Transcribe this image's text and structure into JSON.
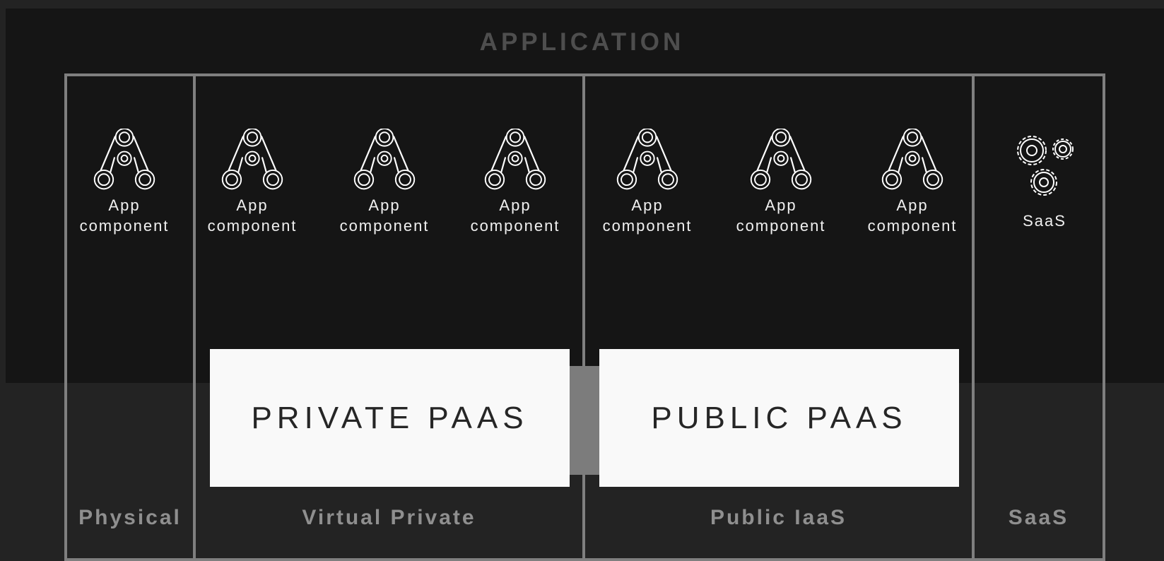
{
  "application_title": "APPLICATION",
  "environments": [
    {
      "label": "Physical"
    },
    {
      "label": "Virtual Private"
    },
    {
      "label": "Public IaaS"
    },
    {
      "label": "SaaS"
    }
  ],
  "components": [
    {
      "icon": "app-component-icon",
      "line1": "App",
      "line2": "component"
    },
    {
      "icon": "app-component-icon",
      "line1": "App",
      "line2": "component"
    },
    {
      "icon": "app-component-icon",
      "line1": "App",
      "line2": "component"
    },
    {
      "icon": "app-component-icon",
      "line1": "App",
      "line2": "component"
    },
    {
      "icon": "app-component-icon",
      "line1": "App",
      "line2": "component"
    },
    {
      "icon": "app-component-icon",
      "line1": "App",
      "line2": "component"
    },
    {
      "icon": "app-component-icon",
      "line1": "App",
      "line2": "component"
    }
  ],
  "saas_service": {
    "icon": "gears-icon",
    "label": "SaaS"
  },
  "paas": {
    "private_label": "PRIVATE PAAS",
    "public_label": "PUBLIC PAAS"
  }
}
